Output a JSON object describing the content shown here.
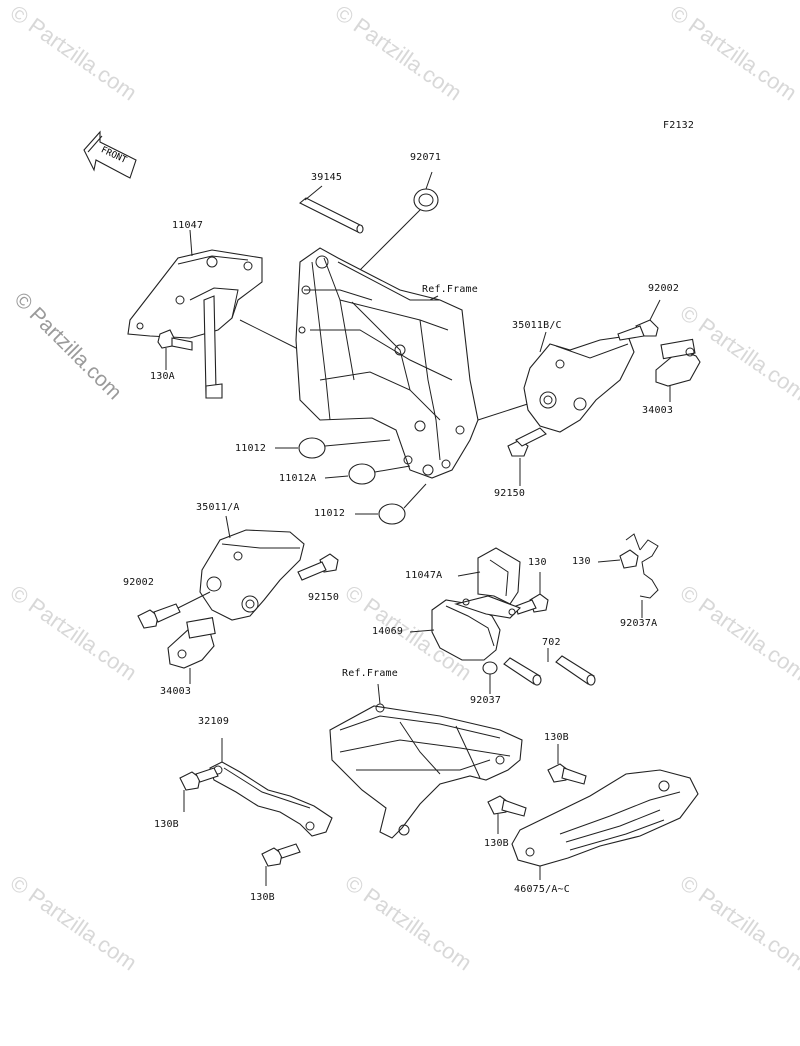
{
  "figure_code": "F2132",
  "front_arrow_text": "FRONT",
  "watermark": "© Partzilla.com",
  "labels": {
    "p39145": "39145",
    "p92071": "92071",
    "p11047": "11047",
    "p130A": "130A",
    "refframe1": "Ref.Frame",
    "p35011BC": "35011B/C",
    "p92002a": "92002",
    "p34003a": "34003",
    "p92150a": "92150",
    "p11012a": "11012",
    "p11012A": "11012A",
    "p11012b": "11012",
    "p35011A": "35011/A",
    "p92002b": "92002",
    "p92150b": "92150",
    "p34003b": "34003",
    "p11047A": "11047A",
    "p130a": "130",
    "p130b": "130",
    "p92037A": "92037A",
    "p14069": "14069",
    "p702": "702",
    "p92037": "92037",
    "refframe2": "Ref.Frame",
    "p32109": "32109",
    "p130Ba": "130B",
    "p130Bb": "130B",
    "p130Bc": "130B",
    "p130Bd": "130B",
    "p46075": "46075/A~C"
  }
}
